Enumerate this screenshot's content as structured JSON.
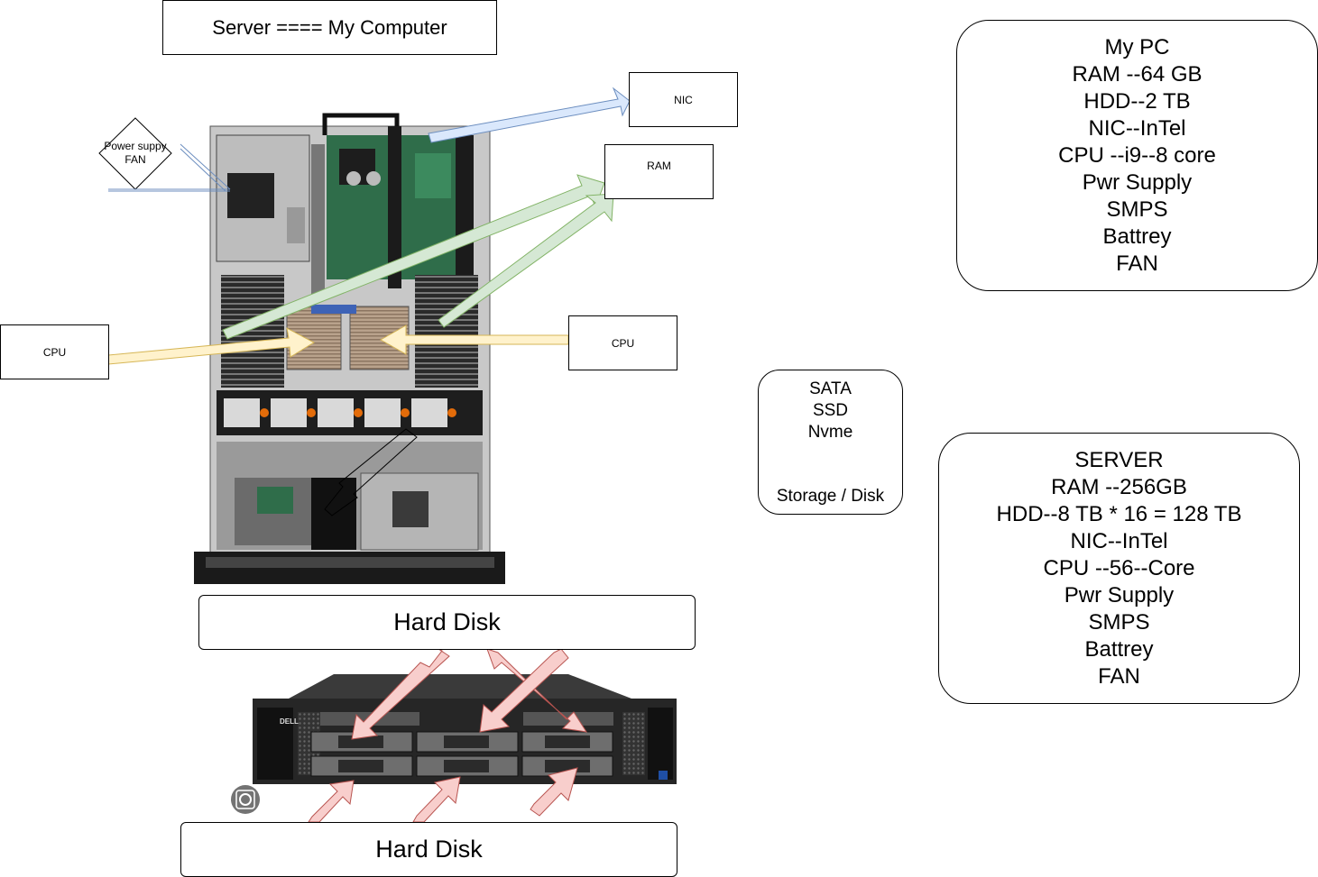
{
  "title": "Server ==== My Computer",
  "labels": {
    "nic": "NIC",
    "ram": "RAM",
    "cpu_left": "CPU",
    "cpu_right": "CPU",
    "power_supply": "Power suppy",
    "power_fan": "FAN",
    "hard_disk_top": "Hard Disk",
    "hard_disk_bottom": "Hard Disk"
  },
  "storage": {
    "types": [
      "SATA",
      "SSD",
      "Nvme"
    ],
    "caption": "Storage / Disk"
  },
  "my_pc": [
    "My PC",
    "RAM --64 GB",
    "HDD--2 TB",
    "NIC--InTel",
    "CPU --i9--8 core",
    "Pwr Supply",
    "SMPS",
    "Battrey",
    "FAN"
  ],
  "server": [
    "SERVER",
    "RAM --256GB",
    "HDD--8 TB * 16 = 128 TB",
    "NIC--InTel",
    "CPU --56--Core",
    "Pwr Supply",
    "SMPS",
    "Battrey",
    "FAN"
  ],
  "rack_brand": "DELL",
  "colors": {
    "blue_arrow": "#c9dcf3",
    "green_arrow": "#d5e8d4",
    "yellow_arrow": "#fff2cc",
    "red_arrow": "#f8cecc"
  }
}
